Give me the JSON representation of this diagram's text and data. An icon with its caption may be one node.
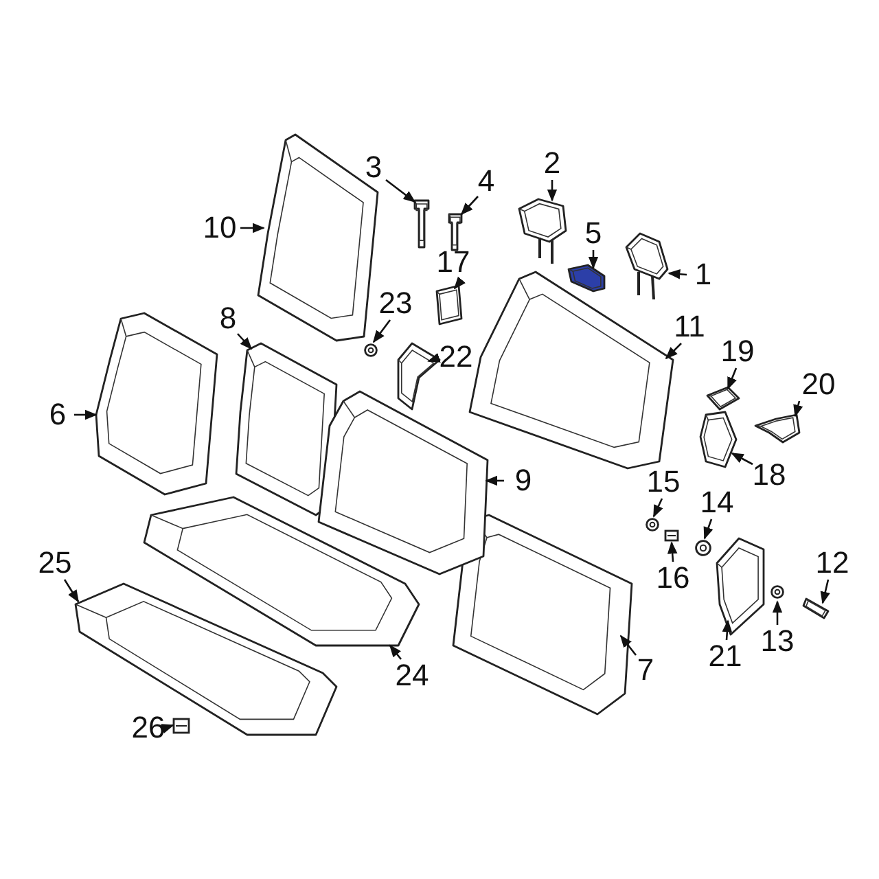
{
  "diagram": {
    "nodes": [
      {
        "text": [
          "1"
        ]
      },
      {
        "text": [
          "2"
        ]
      },
      {
        "text": [
          "3"
        ]
      },
      {
        "text": [
          "4"
        ]
      },
      {
        "text": [
          "5"
        ]
      },
      {
        "text": [
          "6"
        ]
      },
      {
        "text": [
          "7"
        ]
      },
      {
        "text": [
          "8"
        ]
      },
      {
        "text": [
          "9"
        ]
      },
      {
        "text": [
          "10"
        ]
      },
      {
        "text": [
          "11"
        ]
      },
      {
        "text": [
          "12"
        ]
      },
      {
        "text": [
          "13"
        ]
      },
      {
        "text": [
          "14"
        ]
      },
      {
        "text": [
          "15"
        ]
      },
      {
        "text": [
          "16"
        ]
      },
      {
        "text": [
          "17"
        ]
      },
      {
        "text": [
          "18"
        ]
      },
      {
        "text": [
          "19"
        ]
      },
      {
        "text": [
          "20"
        ]
      },
      {
        "text": [
          "21"
        ]
      },
      {
        "text": [
          "22"
        ]
      },
      {
        "text": [
          "23"
        ]
      },
      {
        "text": [
          "24"
        ]
      },
      {
        "text": [
          "25"
        ]
      },
      {
        "text": [
          "26"
        ]
      },
      {
        "text": [],
        "shape": "picture"
      },
      {
        "text": [],
        "shape": "picture"
      },
      {
        "text": [],
        "shape": "picture"
      },
      {
        "text": [],
        "shape": "picture"
      },
      {
        "text": [],
        "shape": "picture"
      },
      {
        "text": [],
        "shape": "picture"
      },
      {
        "text": [],
        "shape": "picture"
      },
      {
        "text": [],
        "shape": "picture"
      },
      {
        "text": [],
        "shape": "picture"
      },
      {
        "text": [],
        "shape": "picture"
      },
      {
        "text": [],
        "shape": "picture"
      },
      {
        "text": [],
        "shape": "picture"
      },
      {
        "text": [],
        "shape": "circle"
      },
      {
        "text": [],
        "shape": "circle"
      },
      {
        "text": [],
        "shape": "circle"
      },
      {
        "text": [],
        "shape": "box"
      },
      {
        "text": [],
        "shape": "picture"
      },
      {
        "text": [],
        "shape": "picture"
      },
      {
        "text": [],
        "shape": "picture"
      },
      {
        "text": [],
        "shape": "picture"
      },
      {
        "text": [],
        "shape": "picture"
      },
      {
        "text": [],
        "shape": "picture"
      },
      {
        "text": [],
        "shape": "circle"
      },
      {
        "text": [],
        "shape": "picture"
      },
      {
        "text": [],
        "shape": "picture"
      },
      {
        "text": [],
        "shape": "box"
      }
    ],
    "edges": [
      {
        "from": 0,
        "to": 26,
        "arrow": "to"
      },
      {
        "from": 1,
        "to": 27,
        "arrow": "to"
      },
      {
        "from": 2,
        "to": 28,
        "arrow": "to"
      },
      {
        "from": 3,
        "to": 29,
        "arrow": "to"
      },
      {
        "from": 4,
        "to": 30,
        "arrow": "to"
      },
      {
        "from": 5,
        "to": 31,
        "arrow": "to"
      },
      {
        "from": 6,
        "to": 32,
        "arrow": "to"
      },
      {
        "from": 7,
        "to": 33,
        "arrow": "to"
      },
      {
        "from": 8,
        "to": 34,
        "arrow": "to"
      },
      {
        "from": 9,
        "to": 35,
        "arrow": "to"
      },
      {
        "from": 10,
        "to": 36,
        "arrow": "to"
      },
      {
        "from": 11,
        "to": 37,
        "arrow": "to"
      },
      {
        "from": 12,
        "to": 38,
        "arrow": "to"
      },
      {
        "from": 13,
        "to": 39,
        "arrow": "to"
      },
      {
        "from": 14,
        "to": 40,
        "arrow": "to"
      },
      {
        "from": 15,
        "to": 41,
        "arrow": "to"
      },
      {
        "from": 16,
        "to": 42,
        "arrow": "to"
      },
      {
        "from": 17,
        "to": 43,
        "arrow": "to"
      },
      {
        "from": 18,
        "to": 44,
        "arrow": "to"
      },
      {
        "from": 19,
        "to": 45,
        "arrow": "to"
      },
      {
        "from": 20,
        "to": 46,
        "arrow": "to"
      },
      {
        "from": 21,
        "to": 47,
        "arrow": "to"
      },
      {
        "from": 22,
        "to": 48,
        "arrow": "to"
      },
      {
        "from": 23,
        "to": 49,
        "arrow": "to"
      },
      {
        "from": 24,
        "to": 50,
        "arrow": "to"
      },
      {
        "from": 25,
        "to": 51,
        "arrow": "to"
      }
    ]
  }
}
